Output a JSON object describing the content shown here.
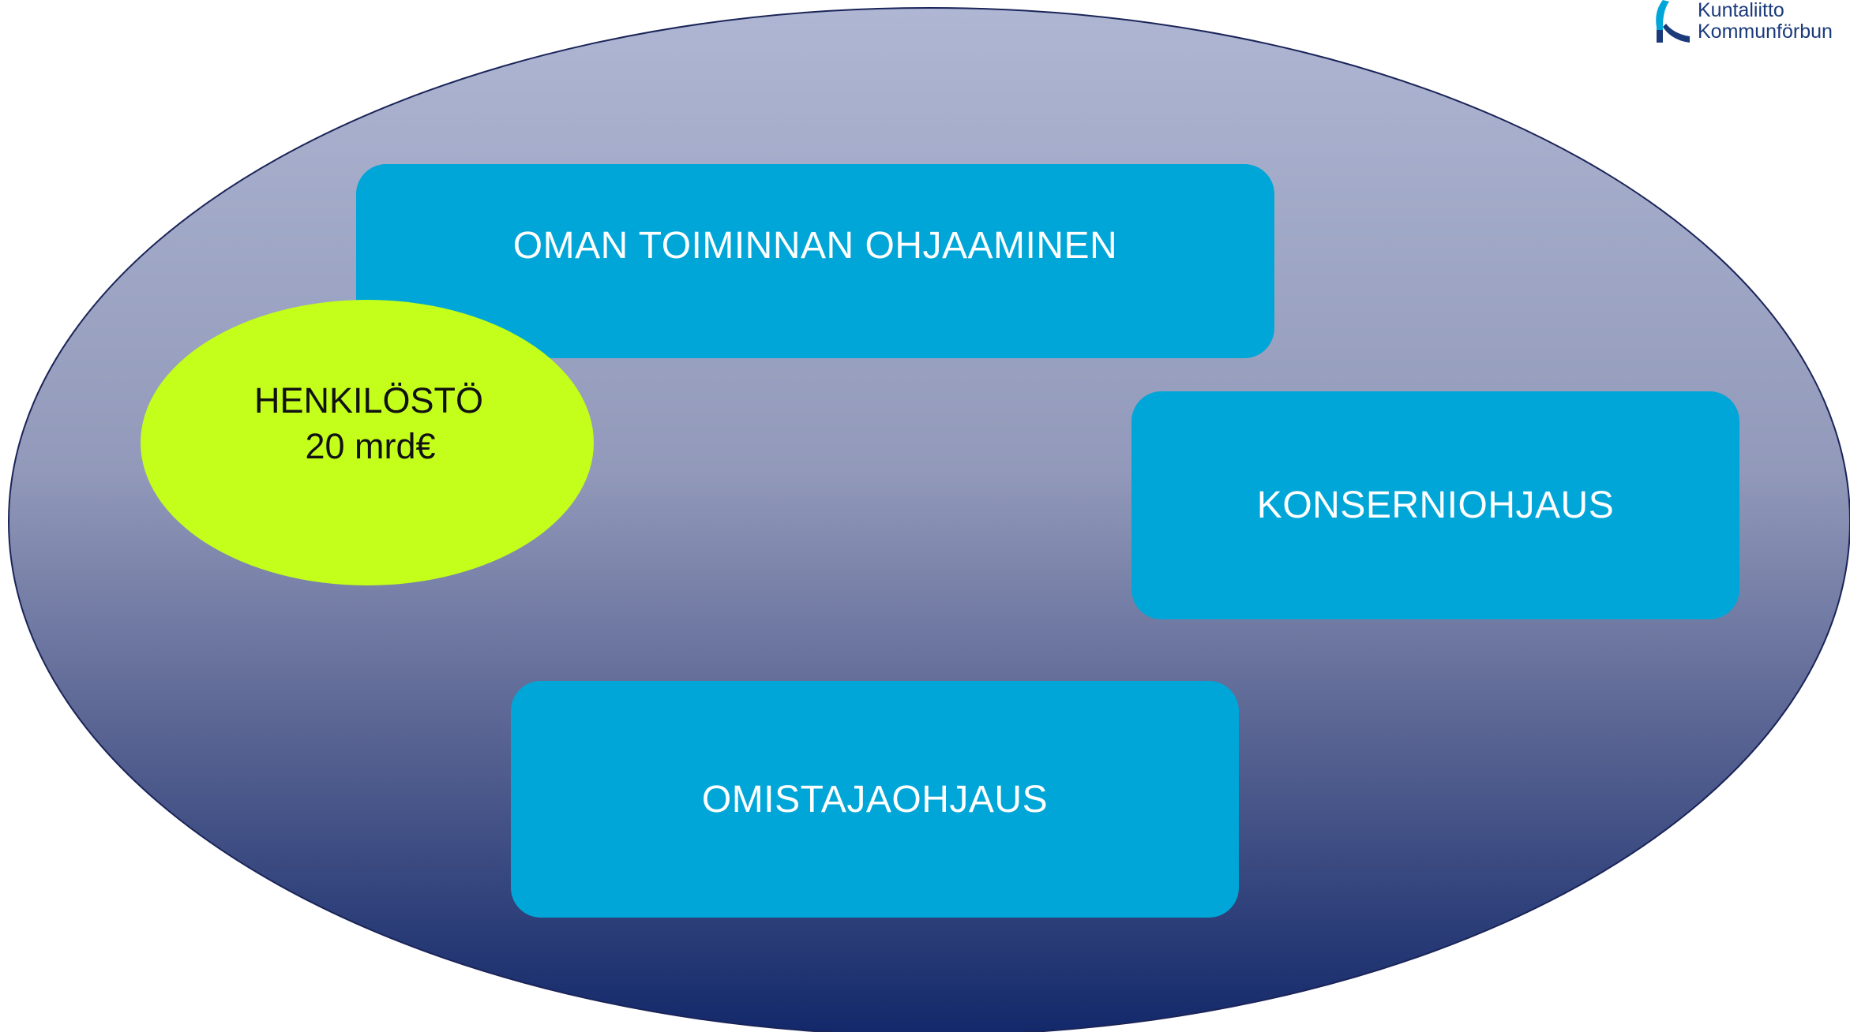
{
  "diagram": {
    "boxes": {
      "oman_toiminnan": "OMAN TOIMINNAN OHJAAMINEN",
      "konserniohjaus": "KONSERNIOHJAUS",
      "omistajaohjaus": "OMISTAJAOHJAUS"
    },
    "highlight": {
      "line1": "HENKILÖSTÖ",
      "line2": "20 mrd€"
    }
  },
  "logo": {
    "line1": "Kuntaliitto",
    "line2": "Kommunförbun"
  },
  "colors": {
    "outer_top": "#aeb6d3",
    "outer_bottom": "#12286a",
    "box": "#00a6d7",
    "highlight": "#c3ff1a",
    "logo_blue": "#1a3a7a",
    "logo_cyan": "#00a6d7"
  }
}
